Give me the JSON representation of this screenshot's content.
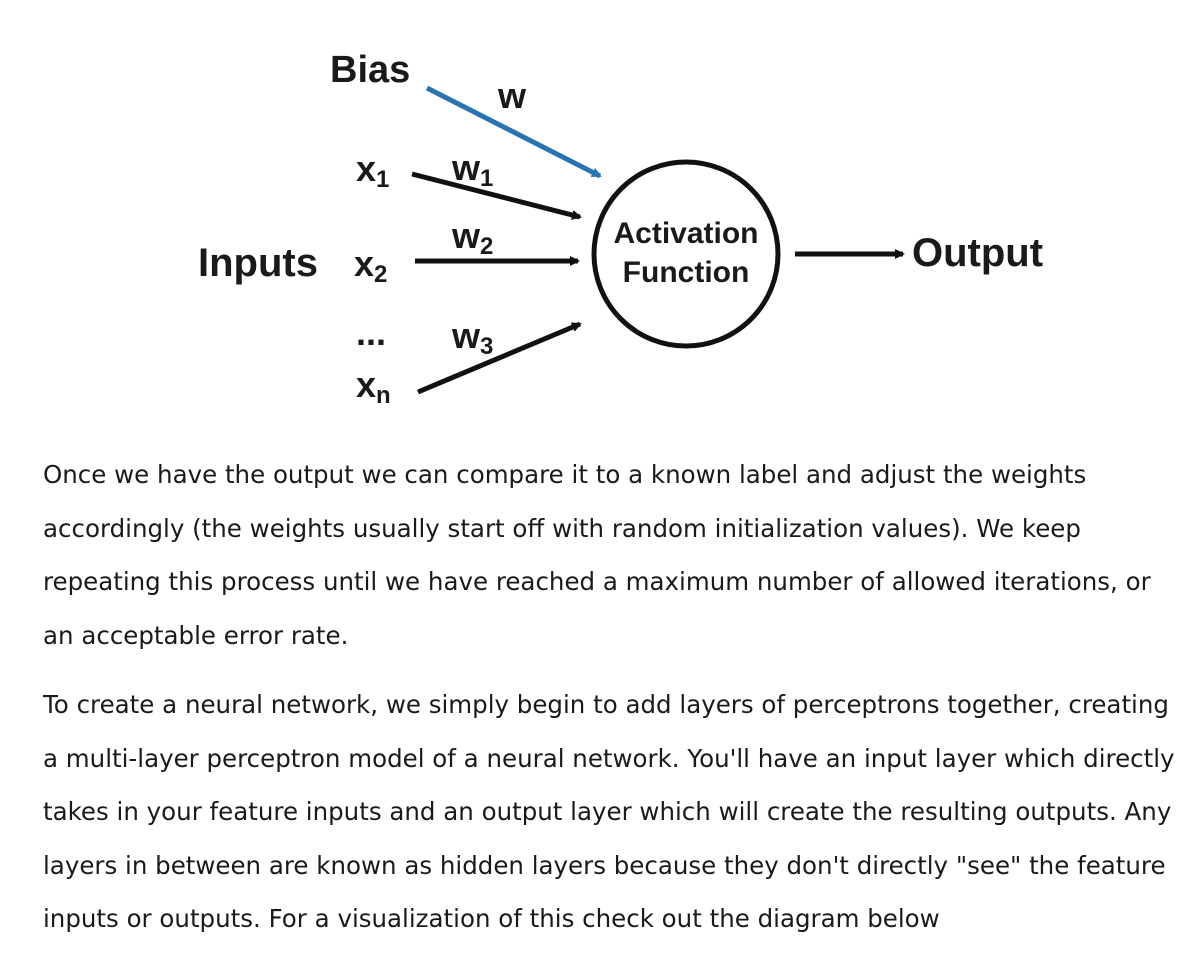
{
  "diagram": {
    "bias_label": "Bias",
    "bias_weight": "w",
    "inputs_label": "Inputs",
    "x1": "x",
    "x1_sub": "1",
    "x2": "x",
    "x2_sub": "2",
    "ellipsis": "...",
    "xn": "x",
    "xn_sub": "n",
    "w1": "w",
    "w1_sub": "1",
    "w2": "w",
    "w2_sub": "2",
    "w3": "w",
    "w3_sub": "3",
    "node_line1": "Activation",
    "node_line2": "Function",
    "output_label": "Output",
    "colors": {
      "bias_arrow": "#2b74b0",
      "arrow": "#111111"
    }
  },
  "article": {
    "paragraph1": "Once we have the output we can compare it to a known label and adjust the weights accordingly (the weights usually start off with random initialization values). We keep repeating this process until we have reached a maximum number of allowed iterations, or an acceptable error rate.",
    "paragraph2": "To create a neural network, we simply begin to add layers of perceptrons together, creating a multi-layer perceptron model of a neural network. You'll have an input layer which directly takes in your feature inputs and an output layer which will create the resulting outputs. Any layers in between are known as hidden layers because they don't directly \"see\" the feature inputs or outputs. For a visualization of this check out the diagram below"
  }
}
